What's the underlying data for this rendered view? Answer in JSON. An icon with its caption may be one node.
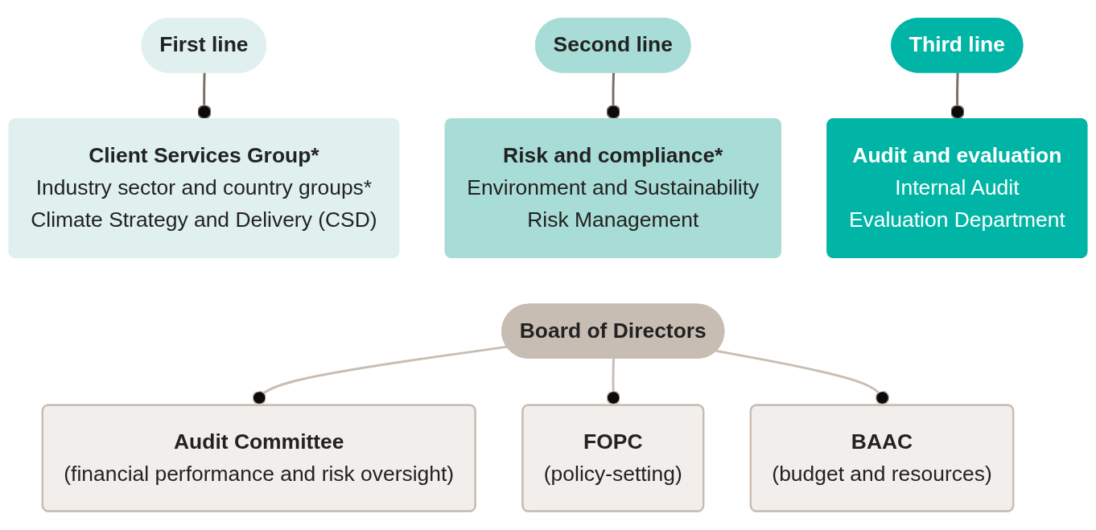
{
  "diagram": {
    "nodes": [
      {
        "text": [
          "First line"
        ]
      },
      {
        "text": [
          "Second line"
        ]
      },
      {
        "text": [
          "Third line"
        ]
      },
      {
        "text": [
          "Client Services Group*",
          "Industry sector and country groups*",
          "Climate Strategy and Delivery (CSD)"
        ]
      },
      {
        "text": [
          "Risk and compliance*",
          "Environment and Sustainability",
          "Risk Management"
        ]
      },
      {
        "text": [
          "Audit and evaluation",
          "Internal Audit",
          "Evaluation Department"
        ]
      },
      {
        "text": [
          "Board of Directors"
        ]
      },
      {
        "text": [
          "Audit Committee",
          "(financial performance and risk oversight)"
        ]
      },
      {
        "text": [
          "FOPC",
          "(policy-setting)"
        ]
      },
      {
        "text": [
          "BAAC",
          "(budget and resources)"
        ]
      }
    ],
    "edges": [
      {
        "from": 0,
        "to": 3,
        "arrow": "other"
      },
      {
        "from": 1,
        "to": 4,
        "arrow": "other"
      },
      {
        "from": 2,
        "to": 5,
        "arrow": "other"
      },
      {
        "from": 6,
        "to": 7,
        "arrow": "other",
        "color": "#c8bdb3"
      },
      {
        "from": 6,
        "to": 8,
        "arrow": "other",
        "color": "#c8bdb3"
      },
      {
        "from": 6,
        "to": 9,
        "arrow": "other",
        "color": "#c8bdb3"
      }
    ]
  }
}
